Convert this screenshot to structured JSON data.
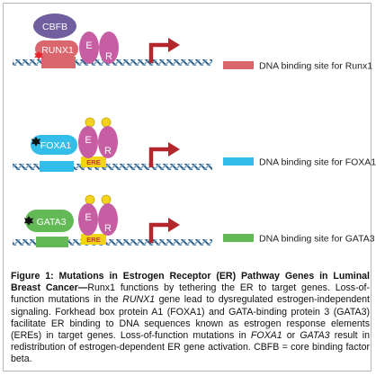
{
  "panels": [
    {
      "cofactor_label": "CBFB",
      "factor_label": "RUNX1",
      "er_label": "E R",
      "ere_label": "",
      "legend_text": "DNA binding site for Runx1"
    },
    {
      "cofactor_label": "",
      "factor_label": "FOXA1",
      "er_label": "E R",
      "ere_label": "ERE",
      "legend_text": "DNA binding site for FOXA1"
    },
    {
      "cofactor_label": "",
      "factor_label": "GATA3",
      "er_label": "E R",
      "ere_label": "ERE",
      "legend_text": "DNA binding site for GATA3"
    }
  ],
  "caption": {
    "lead": "Figure 1: Mutations in Estrogen Receptor (ER) Pathway Genes in Luminal Breast Cancer—",
    "part1": "Runx1 functions by tethering the ER to target genes. Loss-of-function mutations in the ",
    "gene1": "RUNX1",
    "part2": " gene lead to dysregulated estrogen-independent signaling. Forkhead box protein A1 (FOXA1) and GATA-binding protein 3 (GATA3) facilitate ER binding to DNA sequences known as estrogen response elements (EREs) in target genes. Loss-of-function mutations in ",
    "gene2": "FOXA1",
    "part3": " or ",
    "gene3": "GATA3",
    "part4": " result in redistribution of estrogen-dependent ER gene activation. CBFB = core binding factor beta."
  },
  "colors": {
    "runx1_site": "#d9676d",
    "runx1_protein": "#d9676d",
    "foxa1_site": "#33bde9",
    "foxa1_protein": "#33bde9",
    "gata3_site": "#62b955",
    "gata3_protein": "#62b955",
    "er_protein": "#c75da3",
    "cbfb_protein": "#6f5f9e",
    "ligand": "#f3d21d",
    "ere_box": "#f2d416",
    "arrow": "#b3272c",
    "dna_dark": "#2a5c87",
    "dna_light": "#7fa6c6",
    "mutation_red": "#e8222c",
    "mutation_black": "#111111"
  },
  "icons": [
    "transcription-start-arrow-icon",
    "mutation-star-icon",
    "ligand-dot-icon",
    "dna-helix-icon"
  ]
}
